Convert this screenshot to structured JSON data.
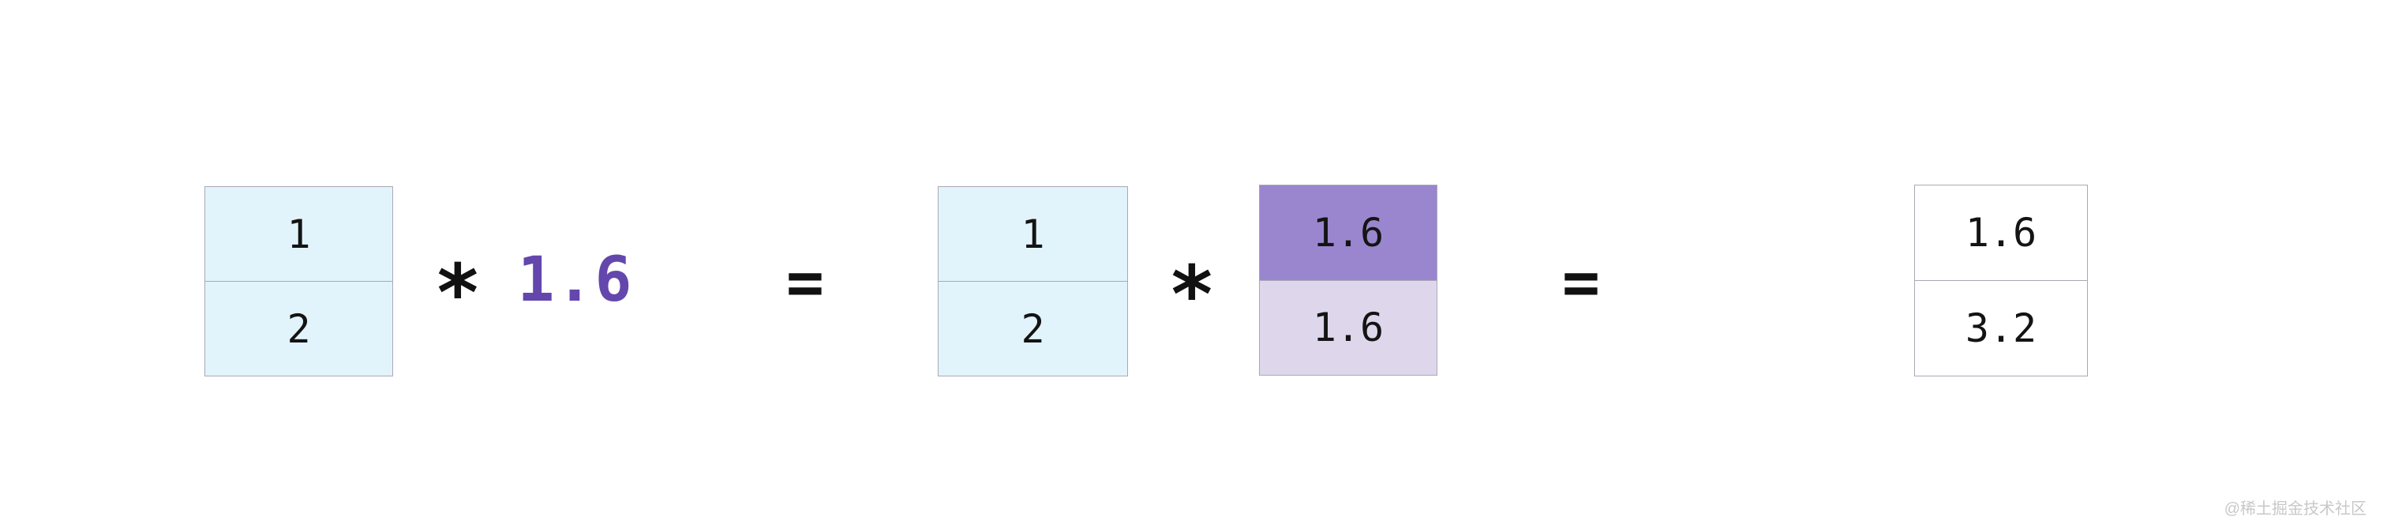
{
  "colors": {
    "page_bg": "#ffffff",
    "array_cell_bg": "#e2f4fb",
    "broadcast_top_cell_bg": "#9a86ce",
    "broadcast_bottom_cell_bg": "#ded7ec",
    "result_cell_bg": "#ffffff",
    "cell_border": "#a9a9b6",
    "number_text": "#141414",
    "operator_text": "#111111",
    "scalar_text": "#6347ad",
    "watermark_text": "#c8c8c8"
  },
  "expression": {
    "array_a": {
      "cells": [
        "1",
        "2"
      ]
    },
    "multiply_1": "*",
    "scalar": "1.6",
    "equals_1": "=",
    "array_b": {
      "cells": [
        "1",
        "2"
      ]
    },
    "multiply_2": "*",
    "broadcast_array": {
      "cells": [
        "1.6",
        "1.6"
      ]
    },
    "equals_2": "=",
    "result_array": {
      "cells": [
        "1.6",
        "3.2"
      ]
    }
  },
  "watermark": {
    "text": "@稀土掘金技术社区"
  }
}
